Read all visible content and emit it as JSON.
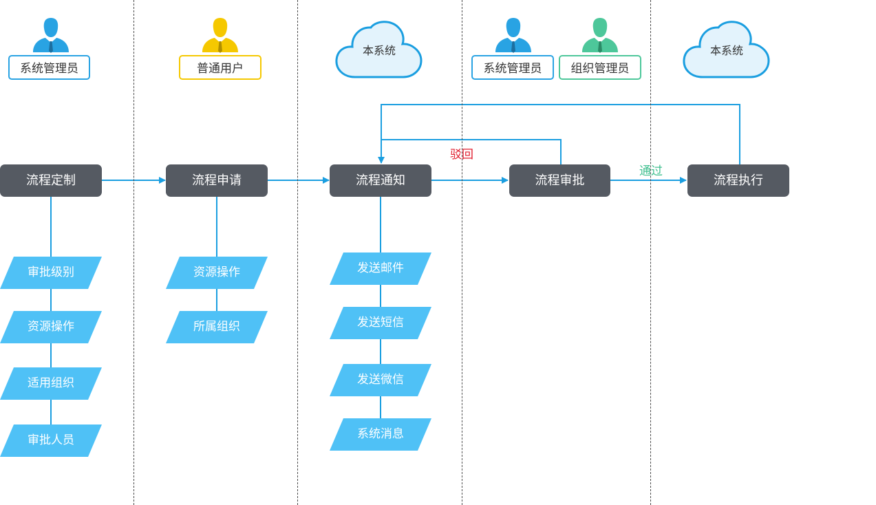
{
  "actors": {
    "lane1_role": "系统管理员",
    "lane2_role": "普通用户",
    "lane3_system": "本系统",
    "lane4_role_a": "系统管理员",
    "lane4_role_b": "组织管理员",
    "lane5_system": "本系统"
  },
  "steps": {
    "define": "流程定制",
    "apply": "流程申请",
    "notify": "流程通知",
    "approve": "流程审批",
    "execute": "流程执行"
  },
  "define_options": [
    "审批级别",
    "资源操作",
    "适用组织",
    "审批人员"
  ],
  "apply_options": [
    "资源操作",
    "所属组织"
  ],
  "notify_options": [
    "发送邮件",
    "发送短信",
    "发送微信",
    "系统消息"
  ],
  "edge_labels": {
    "reject": "驳回",
    "pass": "通过"
  },
  "colors": {
    "step_box": "#555a62",
    "option_fill": "#4fc1f6",
    "connector": "#1a9ee0",
    "admin_blue": "#29a3e3",
    "user_yellow": "#f5c800",
    "org_green": "#4dc79a",
    "reject_red": "#e0192a",
    "pass_green": "#3fbf8f",
    "cloud_fill": "#e3f3fc"
  },
  "icons": {
    "person": "person-with-tie-icon",
    "cloud": "cloud-icon",
    "arrow": "arrow-right-icon"
  }
}
